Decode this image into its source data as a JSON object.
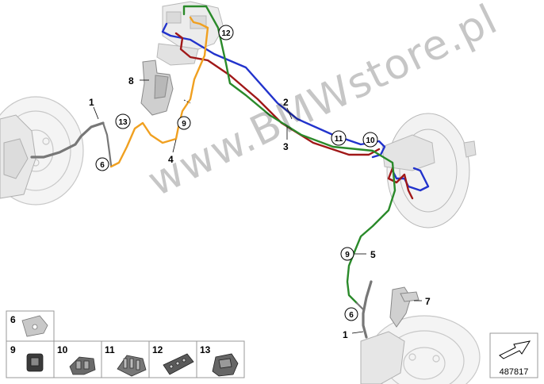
{
  "diagram": {
    "watermark": "www.BMWstore.pl",
    "reference_number": "487817",
    "colors": {
      "blue_line": "#2233cc",
      "red_line": "#a01818",
      "green_line": "#2a8a2a",
      "orange_line": "#f0a020",
      "hose": "#777777"
    },
    "callouts": {
      "c1_upper": "1",
      "c1_lower": "1",
      "c2": "2",
      "c3": "3",
      "c4": "4",
      "c5": "5",
      "c7": "7",
      "c8": "8"
    },
    "circled": {
      "n6_upper": "6",
      "n6_lower": "6",
      "n9_upper": "9",
      "n9_lower": "9",
      "n10": "10",
      "n11": "11",
      "n12": "12",
      "n13": "13"
    },
    "legend": {
      "items": [
        "6",
        "9",
        "10",
        "11",
        "12",
        "13"
      ]
    }
  }
}
